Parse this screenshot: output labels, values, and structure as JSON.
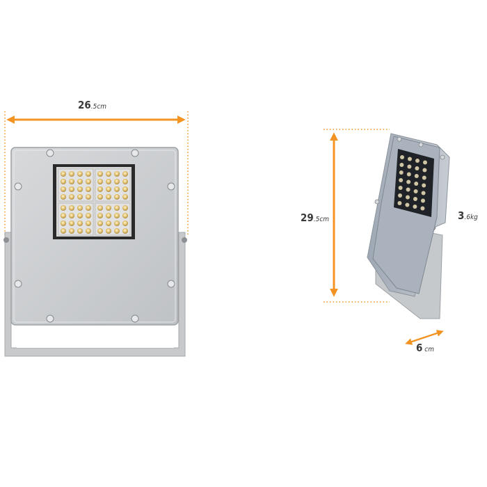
{
  "dimensions": {
    "width": {
      "value": "26",
      "unit": ".5cm"
    },
    "height": {
      "value": "29",
      "unit": ".5cm"
    },
    "weight": {
      "value": "3",
      "unit": ".6kg"
    },
    "depth": {
      "value": "6",
      "unit": " cm"
    }
  },
  "colors": {
    "accent": "#f39322",
    "housing": "#c9cccf",
    "bracket": "#c4c6c8",
    "led_panel": "#d8d8d8"
  }
}
